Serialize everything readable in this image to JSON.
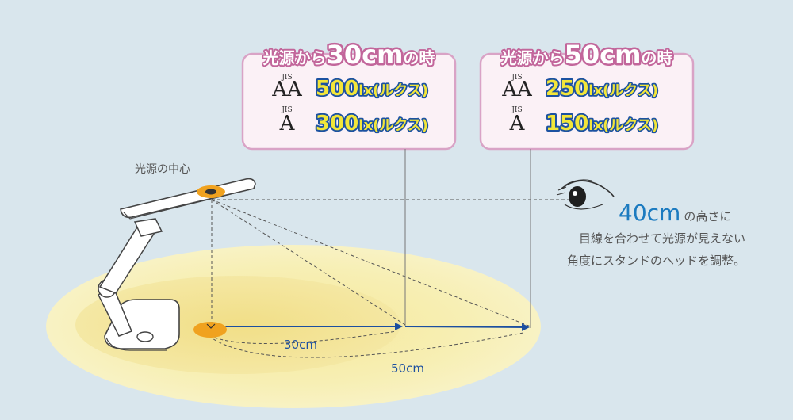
{
  "caption_light_center": "光源の中心",
  "boxes": [
    {
      "title_pre": "光源から",
      "title_num": "30cm",
      "title_post": "の時",
      "rows": [
        {
          "jis": "JIS",
          "grade": "AA",
          "lux": "500",
          "unit": "lx(ルクス)"
        },
        {
          "jis": "JIS",
          "grade": "A",
          "lux": "300",
          "unit": "lx(ルクス)"
        }
      ]
    },
    {
      "title_pre": "光源から",
      "title_num": "50cm",
      "title_post": "の時",
      "rows": [
        {
          "jis": "JIS",
          "grade": "AA",
          "lux": "250",
          "unit": "lx(ルクス)"
        },
        {
          "jis": "JIS",
          "grade": "A",
          "lux": "150",
          "unit": "lx(ルクス)"
        }
      ]
    }
  ],
  "distances": {
    "near": "30cm",
    "far": "50cm"
  },
  "eye_note": {
    "height": "40cm",
    "height_suffix": "の高さに",
    "line1": "目線を合わせて光源が見えない",
    "line2": "角度にスタンドのヘッドを調整。"
  },
  "colors": {
    "background": "#d9e6ed",
    "light_pool": "#f7f0b0",
    "light_core": "#f0e291",
    "box_border": "#d9a3c6",
    "title_outline": "#c2669b",
    "lux_fill": "#f3e639",
    "lux_outline": "#1c52a1",
    "arrow": "#1c4fa0",
    "spot": "#f0a21f"
  }
}
